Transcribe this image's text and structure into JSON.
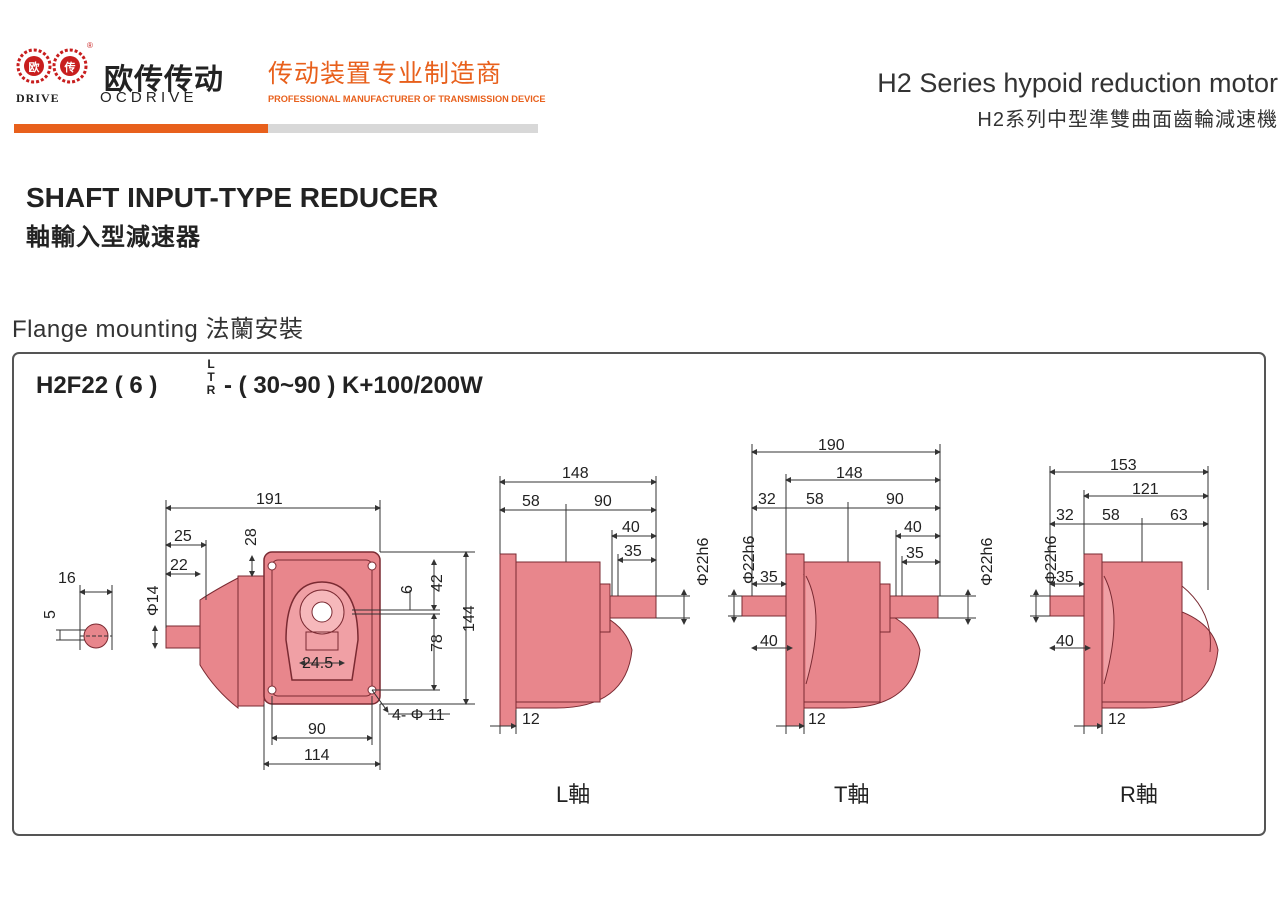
{
  "brand": {
    "name_cn": "欧传传动",
    "name_left": "DRIVE",
    "name_en": "OCDRIVE",
    "logo_char_left": "欧",
    "logo_char_right": "传",
    "registered": "®",
    "slogan_cn": "传动装置专业制造商",
    "slogan_en": "PROFESSIONAL MANUFACTURER OF TRANSMISSION DEVICE",
    "accent_color": "#e8601c",
    "logo_color": "#c81e1e"
  },
  "series": {
    "title_en": "H2 Series hypoid reduction motor",
    "title_cn": "H2系列中型準雙曲面齒輪減速機"
  },
  "section": {
    "title_en": "SHAFT INPUT-TYPE REDUCER",
    "title_cn": "軸輸入型減速器"
  },
  "mounting": {
    "label": "Flange mounting 法蘭安裝"
  },
  "model": {
    "prefix": "H2F22 ( 6 )",
    "suffix": "- ( 30~90 ) K+100/200W",
    "options": [
      "L",
      "T",
      "R"
    ]
  },
  "colors": {
    "body_fill": "#e8868c",
    "body_stroke": "#7a2a32",
    "line": "#333333"
  },
  "views": {
    "front": {
      "dims": [
        "191",
        "25",
        "22",
        "28",
        "Φ14",
        "6",
        "42",
        "78",
        "144",
        "24.5",
        "90",
        "114",
        "4- Φ 11"
      ],
      "key": {
        "width": "16",
        "height": "5"
      }
    },
    "L": {
      "label": "L軸",
      "dims": [
        "148",
        "58",
        "90",
        "40",
        "35",
        "Φ22h6",
        "12"
      ]
    },
    "T": {
      "label": "T軸",
      "dims": [
        "190",
        "148",
        "32",
        "58",
        "90",
        "40",
        "35",
        "Φ22h6",
        "Φ22h6",
        "35",
        "40",
        "12"
      ]
    },
    "R": {
      "label": "R軸",
      "dims": [
        "153",
        "121",
        "32",
        "58",
        "63",
        "Φ22h6",
        "35",
        "40",
        "12"
      ]
    }
  }
}
